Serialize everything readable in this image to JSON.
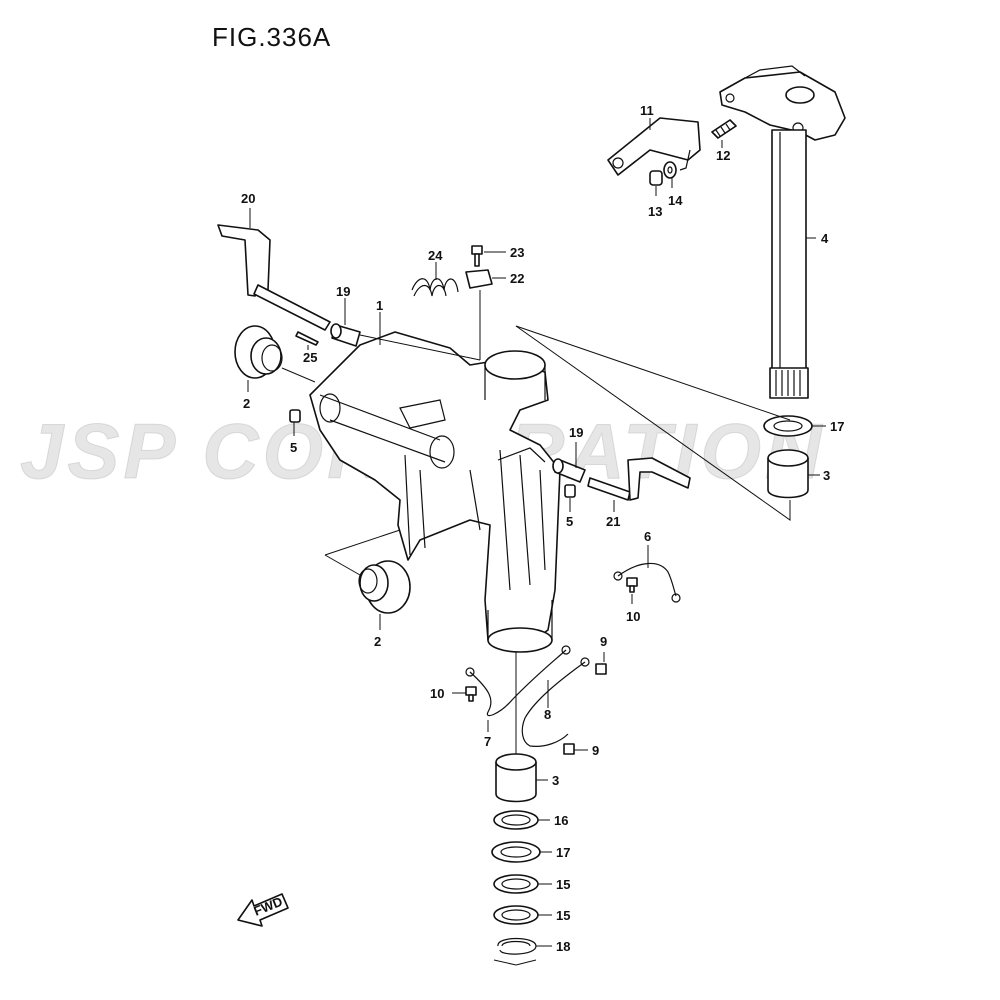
{
  "figure": {
    "title": "FIG.336A"
  },
  "watermark": {
    "text": "JSP CORPORATION"
  },
  "fwd": {
    "label": "FWD"
  },
  "callouts": {
    "c1": "1",
    "c2a": "2",
    "c2b": "2",
    "c3a": "3",
    "c3b": "3",
    "c4": "4",
    "c5a": "5",
    "c5b": "5",
    "c6": "6",
    "c7": "7",
    "c8": "8",
    "c9a": "9",
    "c9b": "9",
    "c10a": "10",
    "c10b": "10",
    "c11": "11",
    "c12": "12",
    "c13": "13",
    "c14": "14",
    "c15a": "15",
    "c15b": "15",
    "c16": "16",
    "c17a": "17",
    "c17b": "17",
    "c18": "18",
    "c19a": "19",
    "c19b": "19",
    "c20": "20",
    "c21": "21",
    "c22": "22",
    "c23": "23",
    "c24": "24",
    "c25": "25"
  }
}
